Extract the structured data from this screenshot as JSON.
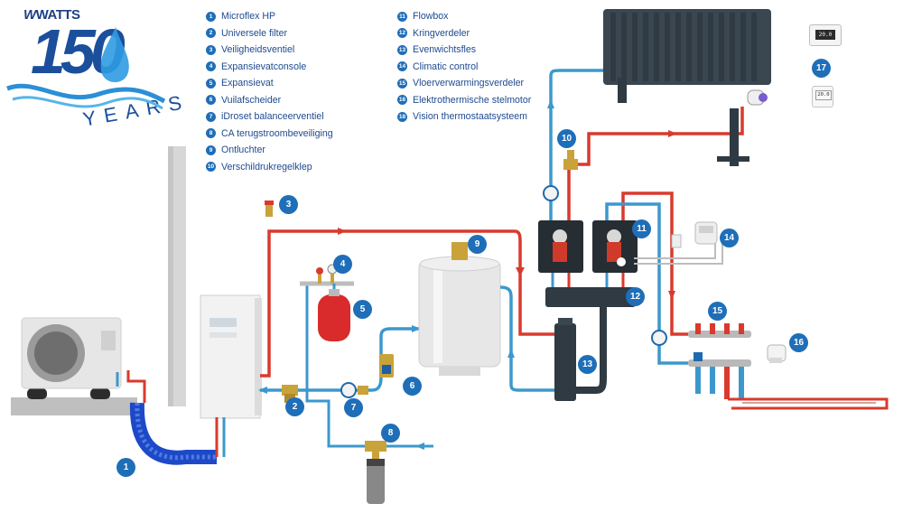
{
  "logo": {
    "brand": "WATTS",
    "number": "150",
    "word": "YEARS"
  },
  "legend": [
    {
      "num": "1",
      "label": "Microflex HP"
    },
    {
      "num": "2",
      "label": "Universele filter"
    },
    {
      "num": "3",
      "label": "Veiligheidsventiel"
    },
    {
      "num": "4",
      "label": "Expansievatconsole"
    },
    {
      "num": "5",
      "label": "Expansievat"
    },
    {
      "num": "6",
      "label": "Vuilafscheider"
    },
    {
      "num": "7",
      "label": "iDroset balanceerventiel"
    },
    {
      "num": "8",
      "label": "CA terugstroombeveiliging"
    },
    {
      "num": "9",
      "label": "Ontluchter"
    },
    {
      "num": "10",
      "label": "Verschildrukregelklep"
    },
    {
      "num": "11",
      "label": "Flowbox"
    },
    {
      "num": "12",
      "label": "Kringverdeler"
    },
    {
      "num": "13",
      "label": "Evenwichtsfles"
    },
    {
      "num": "14",
      "label": "Climatic control"
    },
    {
      "num": "15",
      "label": "Vloerverwarmingsverdeler"
    },
    {
      "num": "16",
      "label": "Elektrothermische stelmotor"
    },
    {
      "num": "18",
      "label": "Vision thermostaatsysteem"
    }
  ],
  "callouts": [
    "1",
    "2",
    "3",
    "4",
    "5",
    "6",
    "7",
    "8",
    "9",
    "10",
    "11",
    "12",
    "13",
    "14",
    "15",
    "16",
    "17"
  ],
  "thermostat_display": "20.0",
  "thermostat_display_small": "20.0",
  "colors": {
    "hot": "#d83a2d",
    "cold": "#3c98cc",
    "badge": "#1f6eb8",
    "text": "#1e4a8f",
    "dark": "#2e3a44"
  }
}
